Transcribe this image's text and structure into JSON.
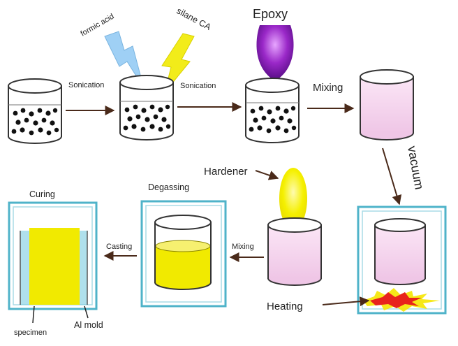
{
  "labels": {
    "formic_acid": "formic acid",
    "silane_ca": "silane CA",
    "epoxy": "Epoxy",
    "sonication_1": "Sonication",
    "sonication_2": "Sonication",
    "mixing_top": "Mixing",
    "vacuum": "vacuum",
    "hardener": "Hardener",
    "degassing": "Degassing",
    "curing": "Curing",
    "casting": "Casting",
    "mixing_bottom": "Mixing",
    "heating": "Heating",
    "specimen": "specimen",
    "al_mold": "Al mold"
  },
  "colors": {
    "outline": "#333333",
    "arrow": "#4a2a1a",
    "box_border": "#4fb3c9",
    "particles": "#111111",
    "epoxy_purple": "#8a1fb8",
    "hardener_yellow": "#f5f000",
    "formic_blue": "#9fd0f5",
    "silane_yellow": "#f2ec1a",
    "pink_liquid": "#f6d8ef",
    "yellow_liquid": "#f1ea00",
    "heat_red": "#e8231c"
  }
}
